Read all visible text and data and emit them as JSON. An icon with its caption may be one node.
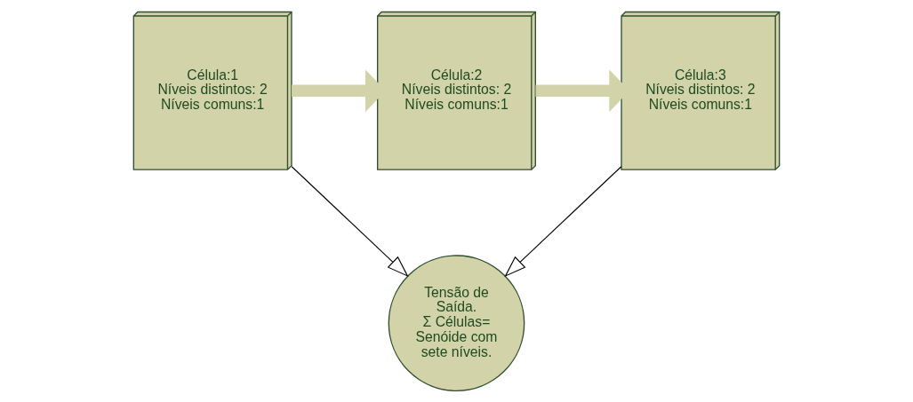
{
  "diagram": {
    "nodes": [
      {
        "text": [
          "Célula:1",
          "Níveis distintos: 2",
          "Níveis comuns:1"
        ]
      },
      {
        "text": [
          "Célula:2",
          "Níveis distintos: 2",
          "Níveis comuns:1"
        ]
      },
      {
        "text": [
          "Célula:3",
          "Níveis distintos: 2",
          "Níveis comuns:1"
        ]
      },
      {
        "text": [
          "Tensão de Saída.",
          "Σ Células= Senóide com sete níveis."
        ]
      }
    ],
    "edges": [
      {
        "from": 0,
        "to": 1,
        "arrow": "to",
        "style": "thick",
        "color": "#d3d3aa"
      },
      {
        "from": 1,
        "to": 2,
        "arrow": "to",
        "style": "thick",
        "color": "#d3d3aa"
      },
      {
        "from": 0,
        "to": 3,
        "arrow": "to",
        "color": "#000000"
      },
      {
        "from": 2,
        "to": 3,
        "arrow": "to",
        "color": "#000000"
      }
    ]
  }
}
